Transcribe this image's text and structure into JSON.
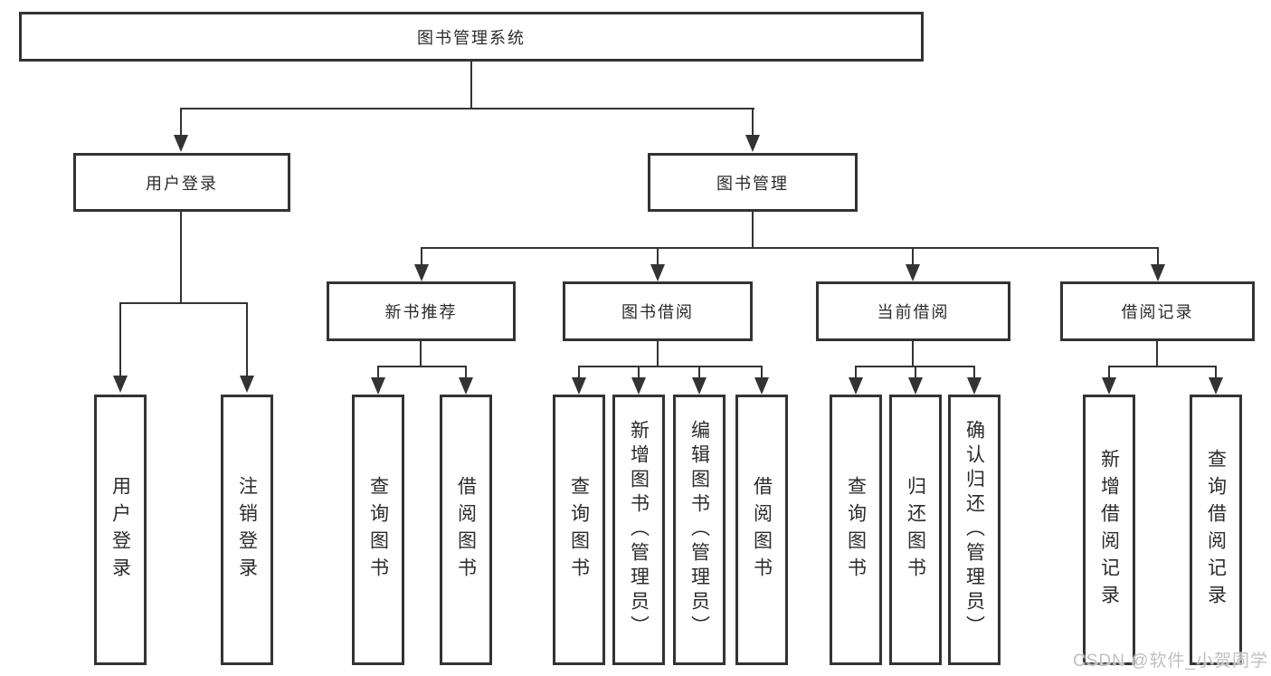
{
  "nodes": {
    "root": {
      "label": "图书管理系统"
    },
    "level2": [
      {
        "id": "user-login-module",
        "label": "用户登录"
      },
      {
        "id": "book-management-module",
        "label": "图书管理"
      }
    ],
    "level3": [
      {
        "id": "new-book-recommend",
        "label": "新书推荐"
      },
      {
        "id": "book-borrowing",
        "label": "图书借阅"
      },
      {
        "id": "current-borrowing",
        "label": "当前借阅"
      },
      {
        "id": "borrowing-records",
        "label": "借阅记录"
      }
    ],
    "leaves": [
      {
        "id": "user-login",
        "label": "用户登录"
      },
      {
        "id": "logout",
        "label": "注销登录"
      },
      {
        "id": "query-books-1",
        "label": "查询图书"
      },
      {
        "id": "borrow-books-1",
        "label": "借阅图书"
      },
      {
        "id": "query-books-2",
        "label": "查询图书"
      },
      {
        "id": "add-books-admin",
        "label": "新增图书（管理员）"
      },
      {
        "id": "edit-books-admin",
        "label": "编辑图书（管理员）"
      },
      {
        "id": "borrow-books-2",
        "label": "借阅图书"
      },
      {
        "id": "query-books-3",
        "label": "查询图书"
      },
      {
        "id": "return-books",
        "label": "归还图书"
      },
      {
        "id": "confirm-return-admin",
        "label": "确认归还（管理员）"
      },
      {
        "id": "add-borrow-record",
        "label": "新增借阅记录"
      },
      {
        "id": "query-borrow-record",
        "label": "查询借阅记录"
      }
    ]
  },
  "watermark": {
    "text": "CSDN @软件_小贺同学"
  },
  "colors": {
    "line": "#333333",
    "box_border": "#333333",
    "text": "#2b2b2b",
    "watermark": "#c0c0c0",
    "background": "#ffffff"
  }
}
